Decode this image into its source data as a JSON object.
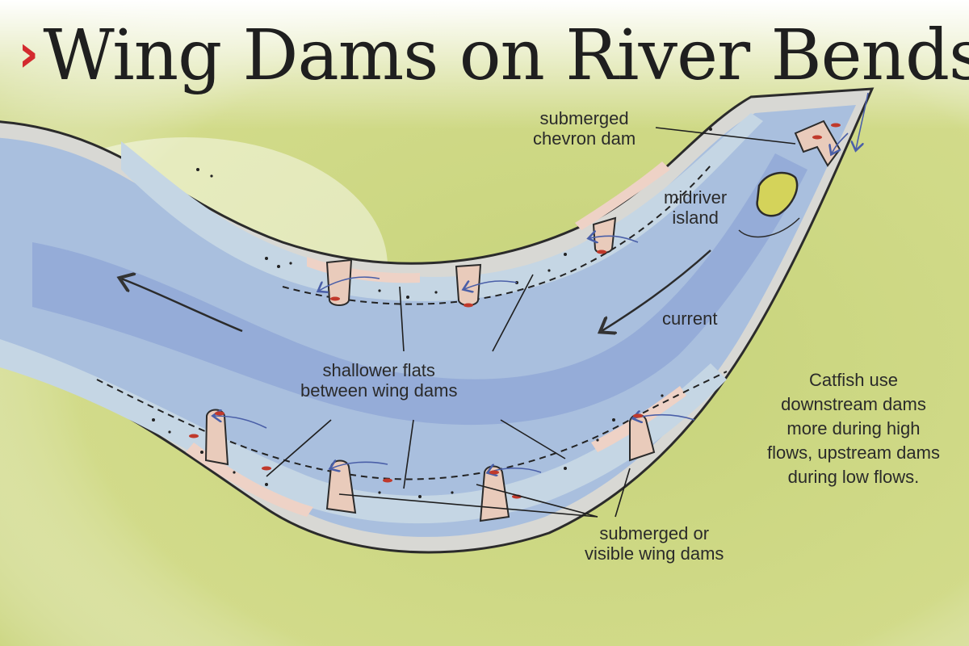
{
  "title": {
    "text": "Wing Dams on River Bends",
    "marker_glyph": "›",
    "marker_color": "#d32a2e"
  },
  "labels": {
    "chevron_dam": [
      "submerged",
      "chevron dam"
    ],
    "island": [
      "midriver",
      "island"
    ],
    "current": "current",
    "flats": [
      "shallower flats",
      "between wing dams"
    ],
    "wing_dams": [
      "submerged or",
      "visible wing dams"
    ],
    "catfish_note": [
      "Catfish use",
      "downstream dams",
      "more during high",
      "flows, upstream dams",
      "during low flows."
    ]
  },
  "colors": {
    "land": "#c9d480",
    "water": "#a9bfde",
    "channel": "#8fa6d6",
    "shallows": "#c5d6e4",
    "bank_sand": "#eed2c6",
    "dam": "#e9cbbb",
    "fish": "#c0392b",
    "island": "#d4d35a"
  }
}
